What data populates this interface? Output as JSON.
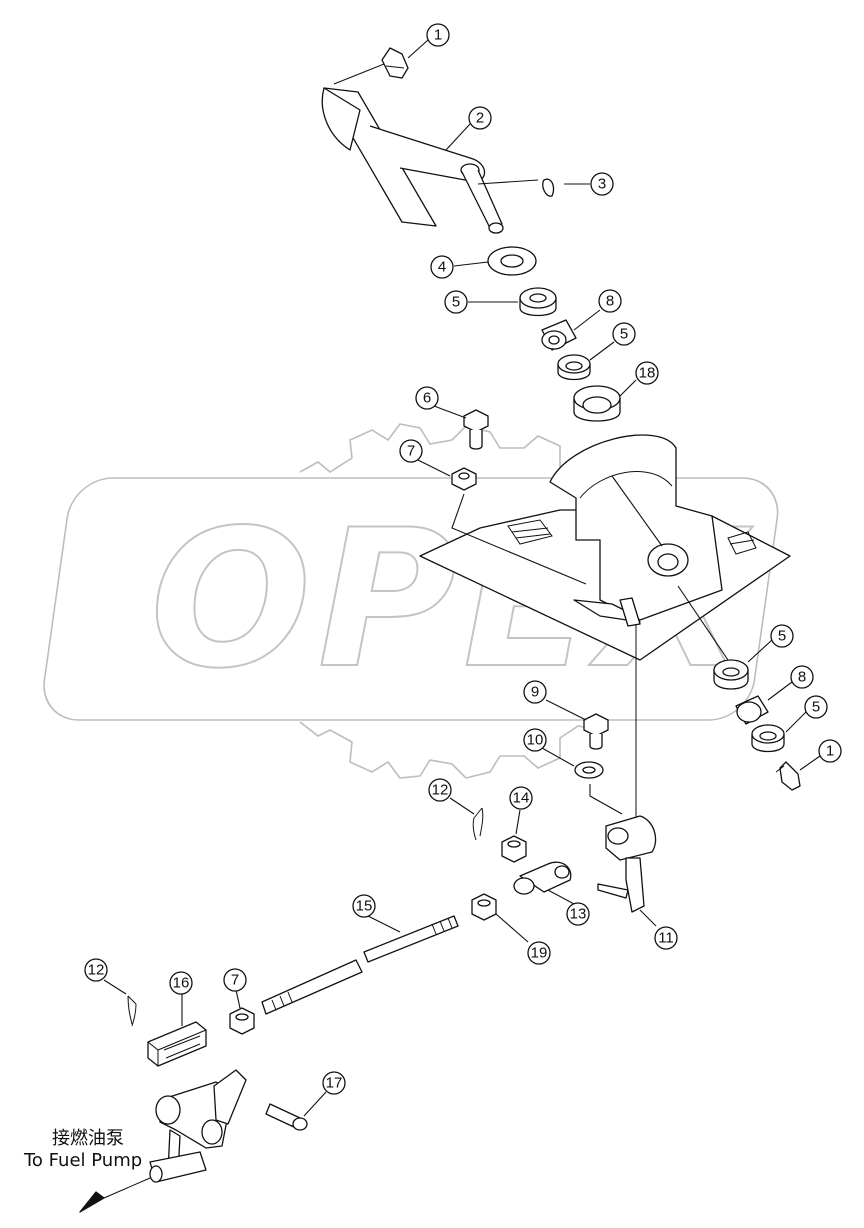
{
  "watermark": {
    "text": "OPEX"
  },
  "note": {
    "line1": "接燃油泵",
    "line2": "To Fuel Pump"
  },
  "callouts": [
    {
      "id": "c1a",
      "label": "1"
    },
    {
      "id": "c2",
      "label": "2"
    },
    {
      "id": "c3",
      "label": "3"
    },
    {
      "id": "c4",
      "label": "4"
    },
    {
      "id": "c5a",
      "label": "5"
    },
    {
      "id": "c8a",
      "label": "8"
    },
    {
      "id": "c5b",
      "label": "5"
    },
    {
      "id": "c18",
      "label": "18"
    },
    {
      "id": "c6",
      "label": "6"
    },
    {
      "id": "c7a",
      "label": "7"
    },
    {
      "id": "c5c",
      "label": "5"
    },
    {
      "id": "c8b",
      "label": "8"
    },
    {
      "id": "c5d",
      "label": "5"
    },
    {
      "id": "c1b",
      "label": "1"
    },
    {
      "id": "c9",
      "label": "9"
    },
    {
      "id": "c10",
      "label": "10"
    },
    {
      "id": "c12a",
      "label": "12"
    },
    {
      "id": "c14",
      "label": "14"
    },
    {
      "id": "c13",
      "label": "13"
    },
    {
      "id": "c11",
      "label": "11"
    },
    {
      "id": "c15",
      "label": "15"
    },
    {
      "id": "c19",
      "label": "19"
    },
    {
      "id": "c12b",
      "label": "12"
    },
    {
      "id": "c16",
      "label": "16"
    },
    {
      "id": "c7b",
      "label": "7"
    },
    {
      "id": "c17",
      "label": "17"
    }
  ]
}
